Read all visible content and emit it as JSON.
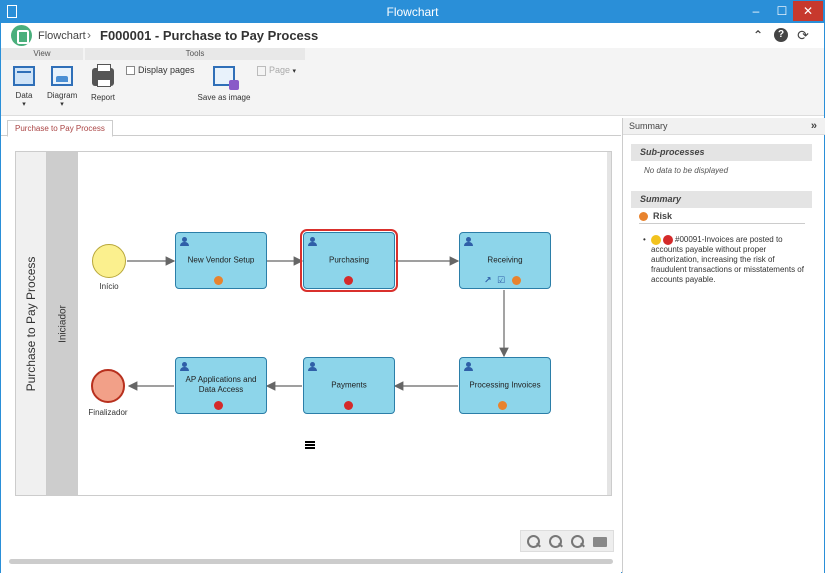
{
  "window": {
    "title": "Flowchart",
    "minimize": "–",
    "maximize": "☐",
    "close": "✕"
  },
  "header": {
    "app_name": "Flowchart",
    "separator": "›",
    "page_title": "F000001 - Purchase to Pay Process",
    "collapse_glyph": "⌃",
    "help_glyph": "?",
    "refresh_glyph": "⟳"
  },
  "toolbar": {
    "view_group": "View",
    "tools_group": "Tools",
    "data_label": "Data",
    "diagram_label": "Diagram",
    "report_label": "Report",
    "display_pages_label": "Display pages",
    "save_image_label": "Save as image",
    "page_label": "Page",
    "caret": "▾"
  },
  "tabs": [
    {
      "label": "Purchase to Pay Process",
      "active": true
    }
  ],
  "diagram": {
    "pool_label": "Purchase to Pay Process",
    "lane_label": "Iniciador",
    "start_event": {
      "label": "Início"
    },
    "end_event": {
      "label": "Finalizador"
    },
    "tasks": [
      {
        "id": "t1",
        "label": "New Vendor Setup",
        "risk": "orange"
      },
      {
        "id": "t2",
        "label": "Purchasing",
        "risk": "red",
        "selected": true
      },
      {
        "id": "t3",
        "label": "Receiving",
        "risk": "orange",
        "extras": [
          "chart-icon",
          "check-icon"
        ]
      },
      {
        "id": "t4",
        "label": "Processing Invoices",
        "risk": "orange"
      },
      {
        "id": "t5",
        "label": "Payments",
        "risk": "red"
      },
      {
        "id": "t6",
        "label": "AP Applications and Data Access",
        "risk": "red"
      }
    ]
  },
  "summary": {
    "panel_title": "Summary",
    "expand_glyph": "»",
    "subprocesses_heading": "Sub-processes",
    "no_data_text": "No data to be displayed",
    "summary_heading": "Summary",
    "risk_heading": "Risk",
    "bullet": "•",
    "risk_item": "#00091-Invoices are posted to accounts payable without proper authorization, increasing the risk of fraudulent transactions or misstatements of accounts payable."
  },
  "colors": {
    "accent": "#2a8fd8",
    "task_fill": "#8dd5ea",
    "task_border": "#2b7ea8",
    "selected": "#d9302c",
    "start_fill": "#fbf08e",
    "end_fill": "#f2a088"
  }
}
